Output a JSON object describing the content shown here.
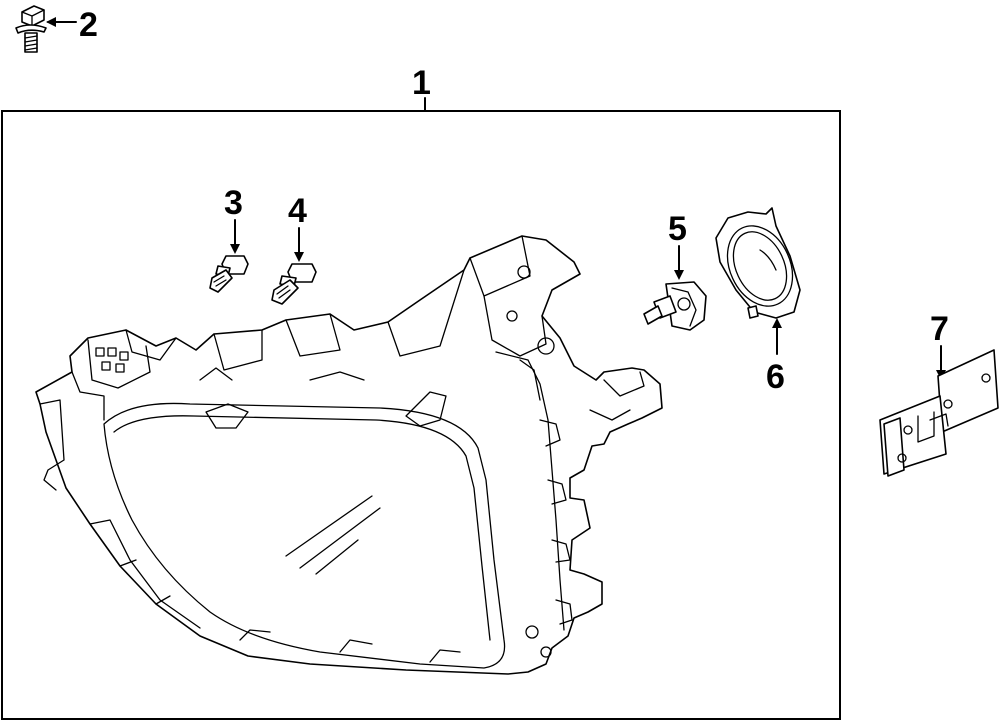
{
  "diagram": {
    "callouts": [
      {
        "id": "1",
        "label": "1"
      },
      {
        "id": "2",
        "label": "2"
      },
      {
        "id": "3",
        "label": "3"
      },
      {
        "id": "4",
        "label": "4"
      },
      {
        "id": "5",
        "label": "5"
      },
      {
        "id": "6",
        "label": "6"
      },
      {
        "id": "7",
        "label": "7"
      }
    ],
    "parts": [
      {
        "callout": "1",
        "name": "headlamp-assembly-icon"
      },
      {
        "callout": "2",
        "name": "bolt-icon"
      },
      {
        "callout": "3",
        "name": "screw-icon"
      },
      {
        "callout": "4",
        "name": "screw-icon"
      },
      {
        "callout": "5",
        "name": "bulb-icon"
      },
      {
        "callout": "6",
        "name": "bulb-ring-icon"
      },
      {
        "callout": "7",
        "name": "mounting-bracket-icon"
      }
    ]
  }
}
